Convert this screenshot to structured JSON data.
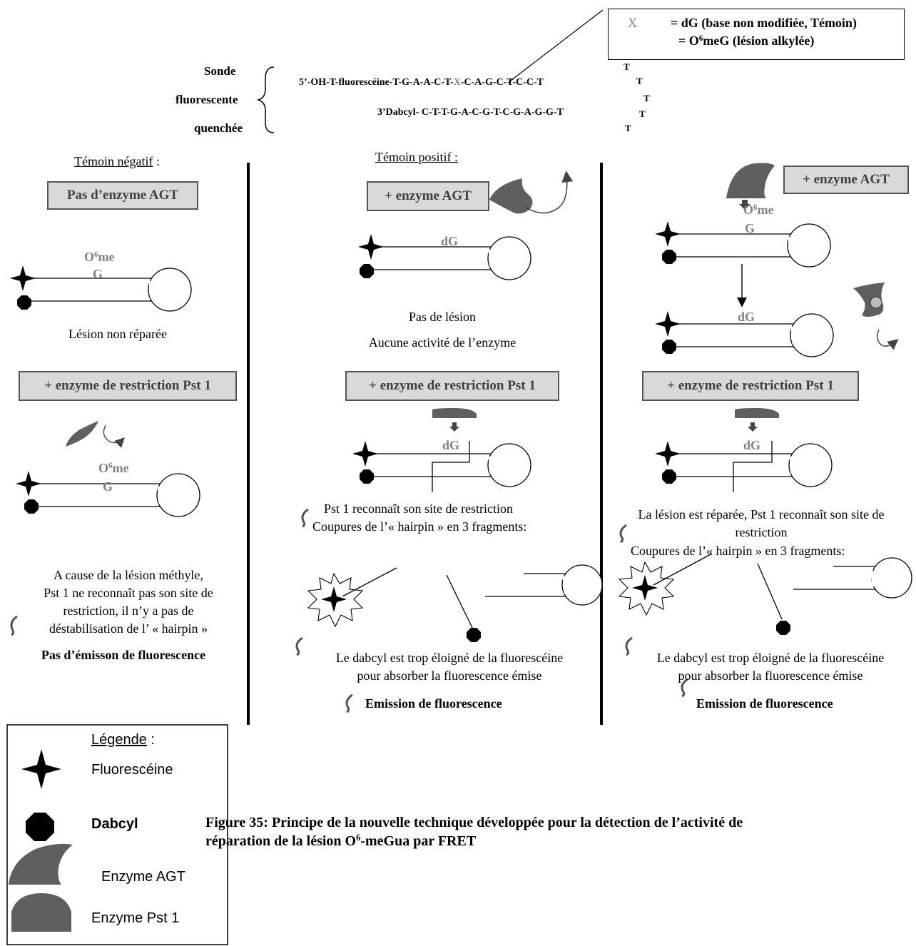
{
  "header": {
    "x_box": {
      "x_symbol": "X",
      "line1": "= dG (base non modifiée, Témoin)",
      "line2_pre": "= O",
      "line2_sup": "6",
      "line2_post": "meG (lésion alkylée)"
    },
    "probe_label": [
      "Sonde",
      "fluorescente",
      "quenchée"
    ],
    "strand5_pre": "5’-OH-T-fluorescéine-T-G-A-A-C-T-",
    "strand5_x": "X",
    "strand5_post": "-C-A-G-C-T-C-C-T",
    "strand3": "3’Dabcyl- C-T-T-G-A-C-G-T-C-G-A-G-G-T",
    "loop_T": [
      "T",
      "T",
      "T",
      "T",
      "T"
    ]
  },
  "col1": {
    "title": "Témoin négatif",
    "title_suffix": " :",
    "box_agt": "Pas d’enzyme AGT",
    "base_label_1": "O",
    "base_label_sup": "6",
    "base_label_2": "me",
    "base_label_3": "G",
    "status": "Lésion non réparée",
    "box_pst": "+ enzyme de restriction Pst 1",
    "explanation": [
      "A cause de la lésion méthyle,",
      "Pst 1 ne reconnaît pas son site de",
      "restriction, il n’y a pas de",
      "déstabilisation de l’ « hairpin »"
    ],
    "result": "Pas d’émisson de fluorescence"
  },
  "col2": {
    "title": "Témoin positif :",
    "box_agt": "+ enzyme AGT",
    "base_label": "dG",
    "status1": "Pas de lésion",
    "status2": "Aucune activité de l’enzyme",
    "box_pst": "+ enzyme de restriction Pst 1",
    "cut1": "Pst 1 reconnaît son site de restriction",
    "cut2": "Coupures de l’« hairpin » en 3 fragments:",
    "explanation": [
      "Le dabcyl est trop éloigné de la fluorescéine",
      "pour  absorber la fluorescence émise"
    ],
    "result": "Emission de fluorescence"
  },
  "col3": {
    "box_agt": "+ enzyme AGT",
    "base_label_1": "O",
    "base_label_sup": "6",
    "base_label_2": "me",
    "base_label_3": "G",
    "base_label_repaired": "dG",
    "box_pst": "+ enzyme de restriction Pst 1",
    "cut1": "La lésion est réparée, Pst 1 reconnaît son site de",
    "cut1b": "restriction",
    "cut2": "Coupures de l’« hairpin » en 3 fragments:",
    "explanation": [
      "Le dabcyl est trop éloigné de la fluorescéine",
      "pour  absorber la fluorescence émise"
    ],
    "result": "Emission de fluorescence"
  },
  "legend": {
    "title": "Légende",
    "title_suffix": " :",
    "items": [
      "Fluorescéine",
      "Dabcyl",
      "Enzyme AGT",
      "Enzyme Pst 1"
    ]
  },
  "caption": {
    "line1": "Figure 35: Principe de la nouvelle technique développée pour la détection de l’activité de",
    "line2_pre": "réparation de la lésion O",
    "line2_sup": "6",
    "line2_post": "-meGua par FRET"
  },
  "colors": {
    "enzyme": "#5f5f5f",
    "box_fill": "#d9d9d9",
    "label_gray": "#808080"
  }
}
